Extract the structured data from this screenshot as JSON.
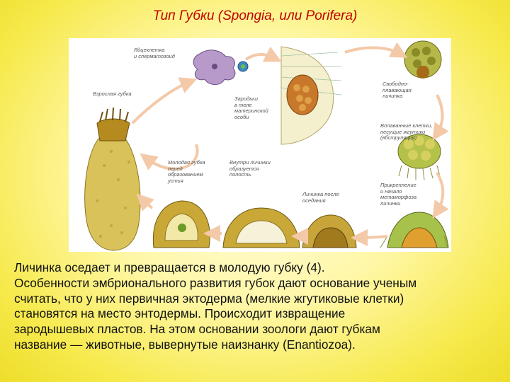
{
  "slide": {
    "title": "Тип Губки (Spongia, или Porifera)",
    "body_lines": [
      "Личинка оседает и превращается в молодую губку (4).",
      "Особенности эмбрионального развития губок дают основание ученым",
      "считать, что у них первичная эктодерма (мелкие жгутиковые клетки)",
      "становятся на место энтодермы. Происходит извращение",
      "зародышевых пластов. На этом основании зоологи дают губкам",
      "название — животные, вывернутые наизнанку (Enantiozoa)."
    ]
  },
  "figure": {
    "labels": {
      "egg_sperm": "Яйцеклетка\nи сперматозоид",
      "adult": "Взрослая губка",
      "embryo": "Зародыш\nв теле\nматеринской\nособи",
      "free_larva": "Свободно-\nплавающая\nличинка",
      "inversion": "Вплаванные клетки,\nнесущие жгутики\n(вбструляция)",
      "attach": "Прикрепление\nи начало\nметаморфоза\nличинки",
      "settled": "Личинка после\nоседания",
      "cavity": "Внутри личинки\nобразуется\nполость",
      "young": "Молодая губка\nперед\nобразованием\nустья"
    }
  }
}
